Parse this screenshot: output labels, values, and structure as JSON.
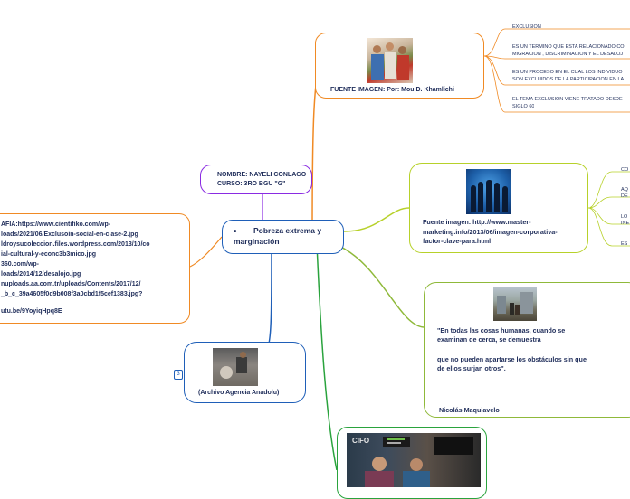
{
  "central_topic": {
    "bullet": "•",
    "label": "Pobreza extrema y marginación"
  },
  "student_info": {
    "name_line": "NOMBRE: NAYELI CONLAGO",
    "course_line": "CURSO: 3RO BGU \"G\""
  },
  "bibliography": {
    "lines": [
      "AFIA:https://www.cientifiko.com/wp-",
      "loads/2021/06/Exclusoin-social-en-clase-2.jpg",
      "ldroysucoleccion.files.wordpress.com/2013/10/co",
      "ial-cultural-y-econc3b3mico.jpg",
      "360.com/wp-",
      "loads/2014/12/desalojo.jpg",
      "nuploads.aa.com.tr/uploads/Contents/2017/12/",
      "_b_c_39a4605f0d9b008f3a0cbd1f5cef1383.jpg?",
      "utu.be/9YoyiqHpq8E"
    ]
  },
  "topic1": {
    "caption": "FUENTE IMAGEN: Por: Mou D. Khamlichi",
    "subtopics": [
      {
        "lines": [
          "EXCLUSION"
        ]
      },
      {
        "lines": [
          "ES UN TERMINO QUE ESTA RELACIONADO CO",
          "MIGRACION , DISCRIMINACION Y EL DESALOJ"
        ]
      },
      {
        "lines": [
          "ES UN PROCESO EN EL CUAL LOS  INDIVIDUO",
          "SON EXCLUIDOS DE LA PARTICIPACION EN LA"
        ]
      },
      {
        "lines": [
          "EL TEMA EXCLUSION VIENE TRATADO DESDE",
          "SIGLO 60"
        ]
      }
    ]
  },
  "topic2": {
    "caption": "Fuente imagen: http://www.master-marketing.info/2013/06/imagen-corporativa-factor-clave-para.html",
    "subtopics": [
      {
        "lines": [
          "CO"
        ]
      },
      {
        "lines": [
          "AQ",
          "DE"
        ]
      },
      {
        "lines": [
          "LO",
          "INE"
        ]
      },
      {
        "lines": [
          "ES"
        ]
      }
    ]
  },
  "topic3": {
    "quote_lines": [
      "\"En todas las cosas humanas, cuando se",
      "examinan de cerca, se demuestra",
      "",
      "  que no pueden apartarse los obstáculos  sin que",
      "de ellos surjan otros\"."
    ],
    "author": "Nicolás Maquiavelo"
  },
  "topic4": {
    "caption": "(Archivo Agencia Anadolu)",
    "badge": "3"
  },
  "topic5": {
    "image_text": "CIFO"
  },
  "colors": {
    "topic1": "#f08a24",
    "topic2": "#b7d12a",
    "topic3": "#8fb93a",
    "topic4": "#1f5fb8",
    "topic5": "#2aa33d",
    "student": "#8a2be2",
    "bibliography": "#f08a24",
    "central": "#1f5fb8",
    "text": "#1f2d5a"
  }
}
